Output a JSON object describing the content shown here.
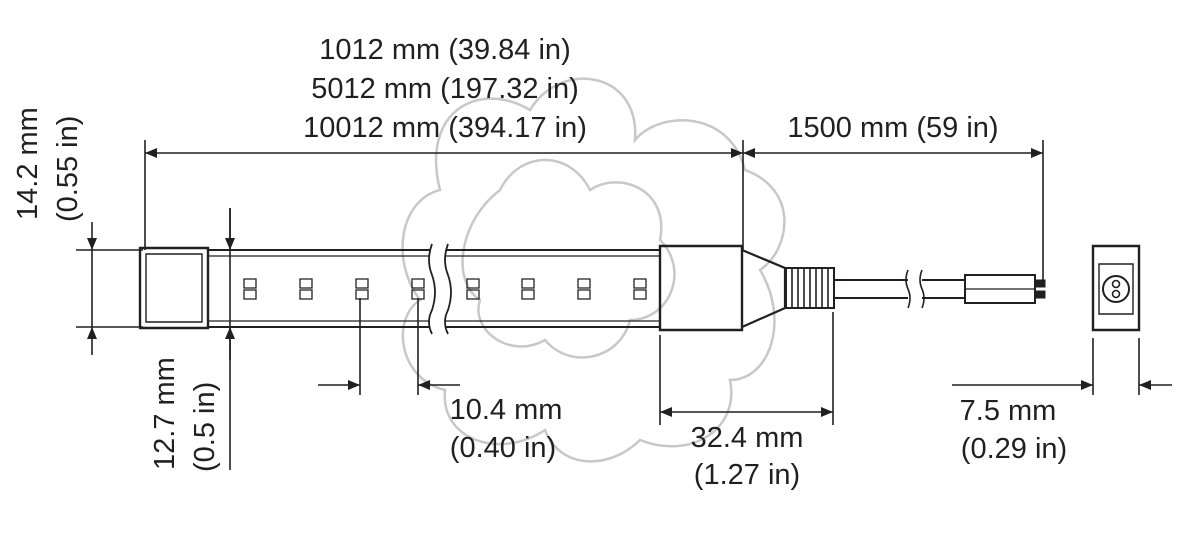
{
  "diagram": {
    "ink_color": "#231f20",
    "watermark_color": "#c8c8c8",
    "dimensions": {
      "length": {
        "lines": [
          "1012 mm (39.84 in)",
          "5012 mm (197.32 in)",
          "10012 mm (394.17 in)"
        ]
      },
      "cable_length": {
        "label": "1500 mm (59 in)"
      },
      "height": {
        "mm": "14.2 mm",
        "in": "(0.55 in)"
      },
      "width": {
        "mm": "12.7 mm",
        "in": "(0.5 in)"
      },
      "led_pitch": {
        "mm": "10.4 mm",
        "in": "(0.40 in)"
      },
      "end_cap": {
        "mm": "32.4 mm",
        "in": "(1.27 in)"
      },
      "profile_width": {
        "mm": "7.5 mm",
        "in": "(0.29 in)"
      }
    }
  }
}
